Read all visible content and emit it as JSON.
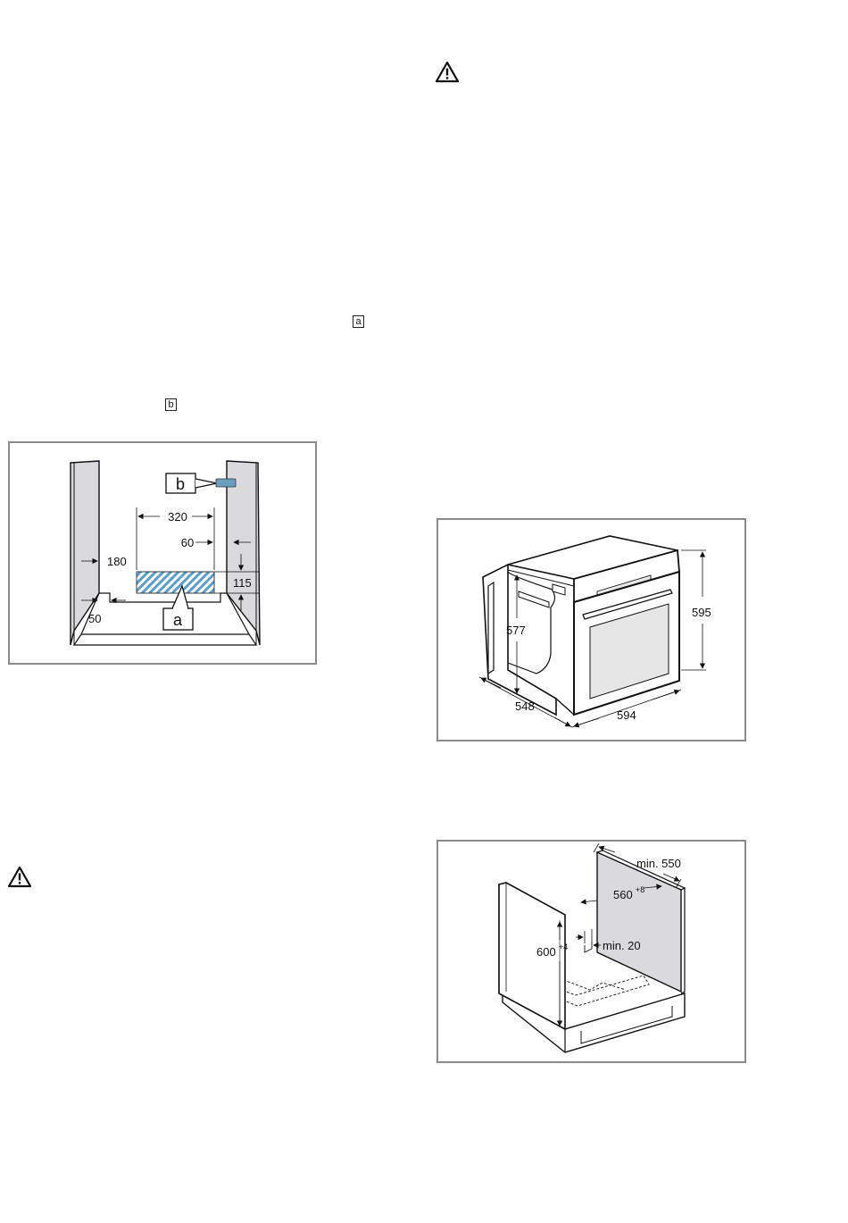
{
  "markers": {
    "warning_top": "warning-triangle-icon",
    "warning_bottom": "warning-triangle-icon",
    "ref_a": "a",
    "ref_b": "b"
  },
  "figure1": {
    "label_b": "b",
    "label_a": "a",
    "dim_320": "320",
    "dim_60": "60",
    "dim_180": "180",
    "dim_115": "115",
    "dim_50": "50",
    "hatch_color": "#5a9ec8",
    "clip_color": "#6a9ec0"
  },
  "figure2": {
    "dim_595": "595",
    "dim_577": "577",
    "dim_548": "548",
    "dim_594": "594"
  },
  "figure3": {
    "dim_min550": "min. 550",
    "dim_560": "560",
    "dim_560_sup": "+8",
    "dim_600": "600",
    "dim_600_sup": "+4",
    "dim_min20": "min. 20",
    "panel_color": "#d9d9de"
  }
}
